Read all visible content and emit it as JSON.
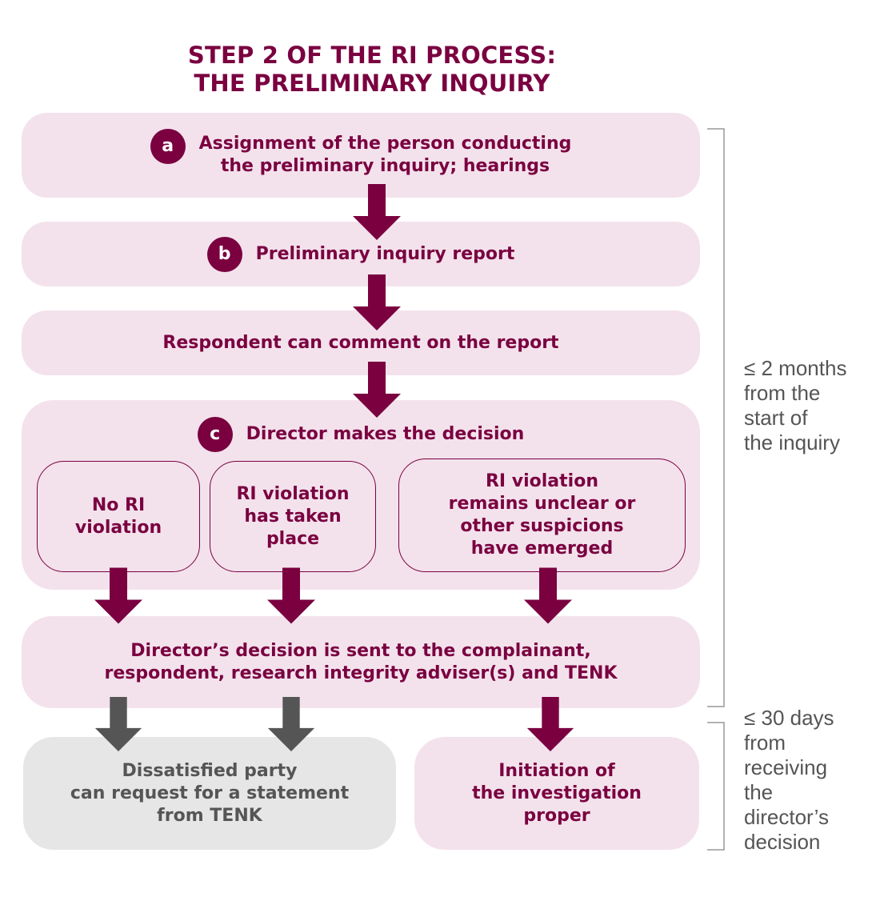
{
  "title": {
    "line1": "STEP 2 OF THE RI PROCESS:",
    "line2": "THE PRELIMINARY INQUIRY"
  },
  "steps": {
    "a": {
      "badge": "a",
      "line1": "Assignment of the person conducting",
      "line2": "the preliminary inquiry; hearings"
    },
    "b": {
      "badge": "b",
      "label": "Preliminary inquiry report"
    },
    "comment": {
      "label": "Respondent can comment on the report"
    },
    "c": {
      "badge": "c",
      "label": "Director makes the decision",
      "outcomes": [
        {
          "lines": [
            "No RI",
            "violation"
          ]
        },
        {
          "lines": [
            "RI violation",
            "has taken",
            "place"
          ]
        },
        {
          "lines": [
            "RI violation",
            "remains unclear or",
            "other suspicions",
            "have emerged"
          ]
        }
      ]
    },
    "decision_sent": {
      "line1": "Director’s decision is sent to the complainant,",
      "line2": "respondent, research integrity adviser(s) and TENK"
    },
    "dissatisfied": {
      "lines": [
        "Dissatisfied party",
        "can request for a statement",
        "from TENK"
      ]
    },
    "initiation": {
      "lines": [
        "Initiation of",
        "the investigation",
        "proper"
      ]
    }
  },
  "timeframes": {
    "inquiry": [
      "≤ 2 months",
      "from the",
      "start of",
      "the inquiry"
    ],
    "statement": [
      "≤ 30 days",
      "from",
      "receiving",
      "the",
      "director’s",
      "decision"
    ]
  },
  "colors": {
    "accent": "#7a0040",
    "box_fill": "#f3e2ec",
    "gray_fill": "#e6e6e6",
    "gray_arrow": "#555555",
    "bracket": "#999999"
  }
}
